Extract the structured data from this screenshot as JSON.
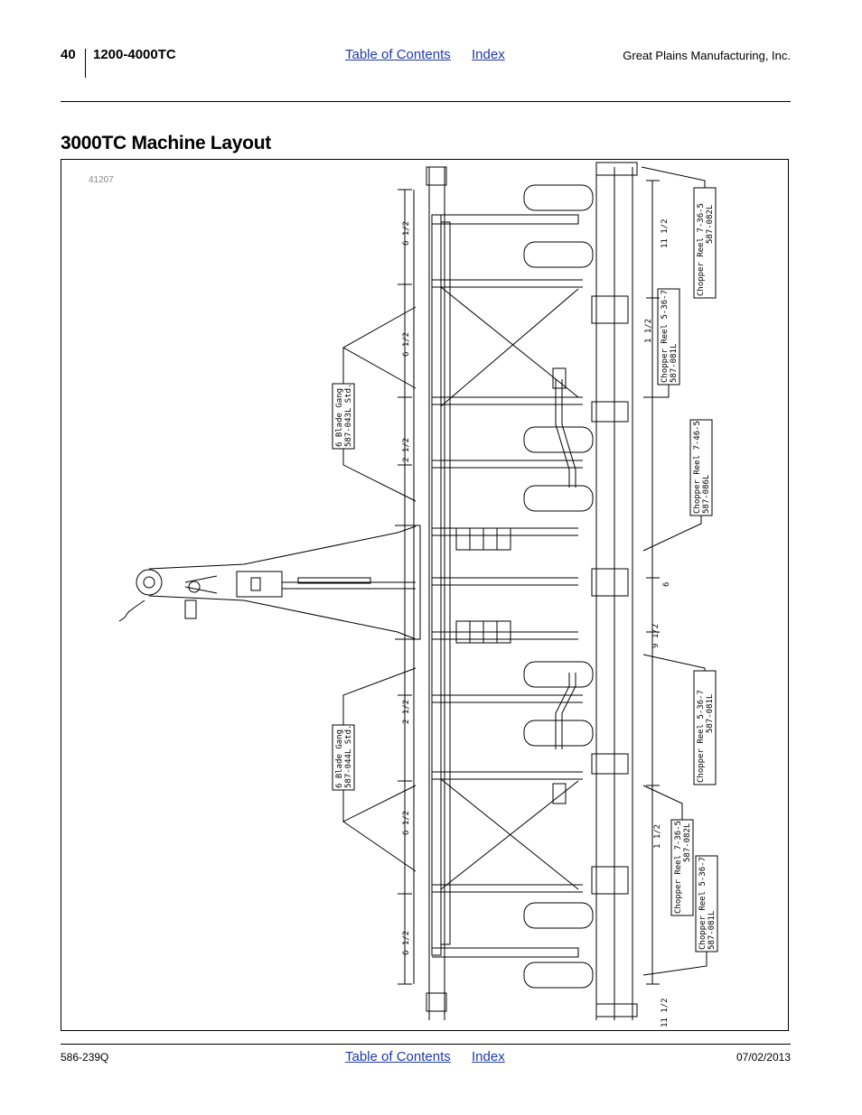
{
  "header": {
    "page_number": "40",
    "model": "1200-4000TC",
    "toc_link": "Table of Contents",
    "index_link": "Index",
    "company": "Great Plains Manufacturing, Inc."
  },
  "section": {
    "title": "3000TC Machine Layout"
  },
  "figure": {
    "id": "41207",
    "dimensions": {
      "d_6_half_a": "6 1/2",
      "d_6_half_b": "6 1/2",
      "d_2_half_a": "2 1/2",
      "d_2_half_b": "2 1/2",
      "d_6_half_c": "6 1/2",
      "d_6_half_d": "6 1/2",
      "d_11_half_a": "11 1/2",
      "d_1_half_a": "1 1/2",
      "d_6": "6",
      "d_9_half": "9 1/2",
      "d_1_half_b": "1 1/2",
      "d_11_half_b": "11 1/2"
    },
    "callouts": {
      "gang_top_line1": "6 Blade Gang",
      "gang_top_line2": "587-043L Std.",
      "gang_bottom_line1": "6 Blade Gang",
      "gang_bottom_line2": "587-044L Std.",
      "reel1_line1": "Chopper Reel 7-36-5",
      "reel1_line2": "587-082L",
      "reel2_line1": "Chopper Reel 5-36-7",
      "reel2_line2": "587-081L",
      "reel3_line1": "Chopper Reel 7-46-5",
      "reel3_line2": "587-086L",
      "reel4_line1": "Chopper Reel 5-36-7",
      "reel4_line2": "587-081L",
      "reel5_line1": "Chopper Reel 7-36-5",
      "reel5_line2": "587-082L",
      "reel6_line1": "Chopper Reel 5-36-7",
      "reel6_line2": "587-081L"
    }
  },
  "footer": {
    "doc_number": "586-239Q",
    "toc_link": "Table of Contents",
    "index_link": "Index",
    "date": "07/02/2013"
  }
}
